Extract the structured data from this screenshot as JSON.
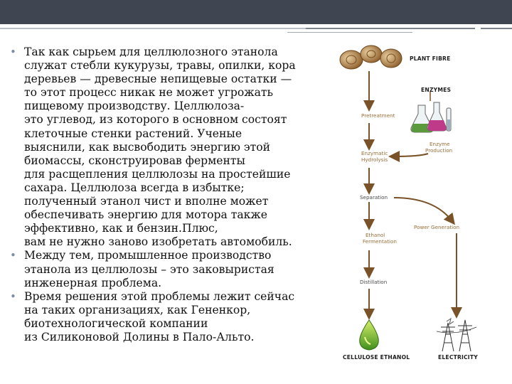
{
  "slide": {
    "bullets": [
      {
        "lines": [
          "Так как сырьем для целлюлозного этанола",
          "служат стебли кукурузы, травы, опилки, кора",
          "деревьев — древесные непищевые остатки —",
          "то этот процесс никак не может угрожать",
          "пищевому производству. Целлюлоза-",
          "это углевод, из которого в основном состоят",
          "клеточные стенки растений. Ученые",
          "выяснили, как высвободить энергию этой",
          "биомассы, сконструировав ферменты",
          "для расщепления целлюлозы на простейшие",
          "сахара. Целлюлоза всегда в избытке;",
          "полученный этанол чист и вполне может",
          "обеспечивать энергию для мотора также",
          "эффективно, как и бензин.Плюс,",
          "вам не нужно заново изобретать автомобиль."
        ]
      },
      {
        "lines": [
          "Между тем, промышленное производство",
          "этанола из целлюлозы – это заковыристая",
          "инженерная проблема."
        ]
      },
      {
        "lines": [
          "Время решения этой проблемы лежит сейчас",
          "на таких организациях, как Гененкор,",
          "биотехнологической компании",
          "из Силиконовой Долины в Пало-Альто."
        ]
      }
    ]
  },
  "diagram": {
    "plant_fibre": "PLANT FIBRE",
    "enzymes": "ENZYMES",
    "pretreatment": "Pretreatment",
    "enzyme_production": [
      "Enzyme",
      "Production"
    ],
    "enzymatic_hydrolysis": [
      "Enzymatic",
      "Hydrolysis"
    ],
    "separation": "Separation",
    "power_generation": "Power Generation",
    "ethanol_fermentation": [
      "Ethanol",
      "Fermentation"
    ],
    "distillation": "Distillation",
    "cellulose_ethanol": "CELLULOSE ETHANOL",
    "electricity": "ELECTRICITY",
    "arrow_color": "#7a5228",
    "flask_colors": [
      "#5a9a3c",
      "#c03a8a",
      "#9ab0c0"
    ]
  }
}
